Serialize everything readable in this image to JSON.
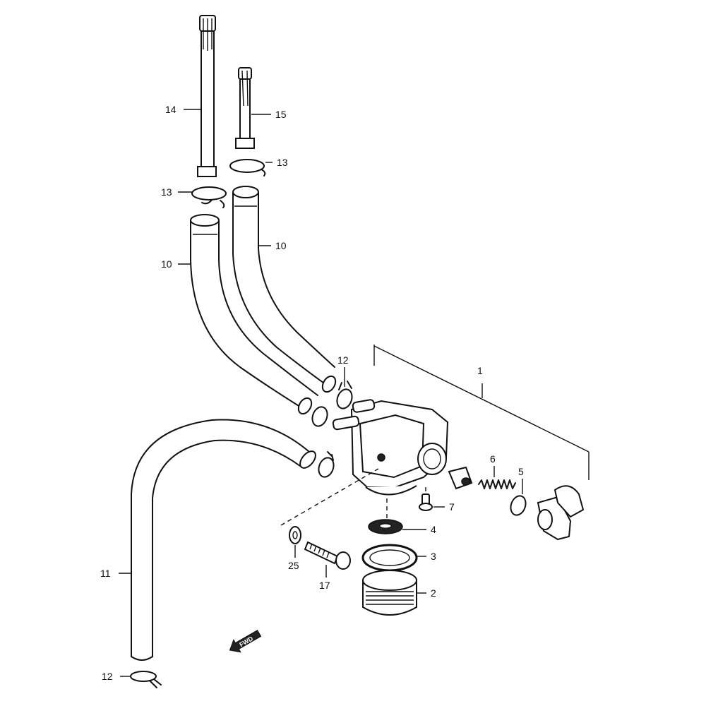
{
  "callouts": {
    "c1": "1",
    "c2": "2",
    "c3": "3",
    "c4": "4",
    "c5": "5",
    "c6": "6",
    "c7": "7",
    "c10a": "10",
    "c10b": "10",
    "c11": "11",
    "c12a": "12",
    "c12b": "12",
    "c13a": "13",
    "c13b": "13",
    "c14": "14",
    "c15": "15",
    "c17": "17",
    "c25": "25"
  },
  "direction_marker": {
    "text": "FWD",
    "icon": "arrow-left-icon"
  }
}
